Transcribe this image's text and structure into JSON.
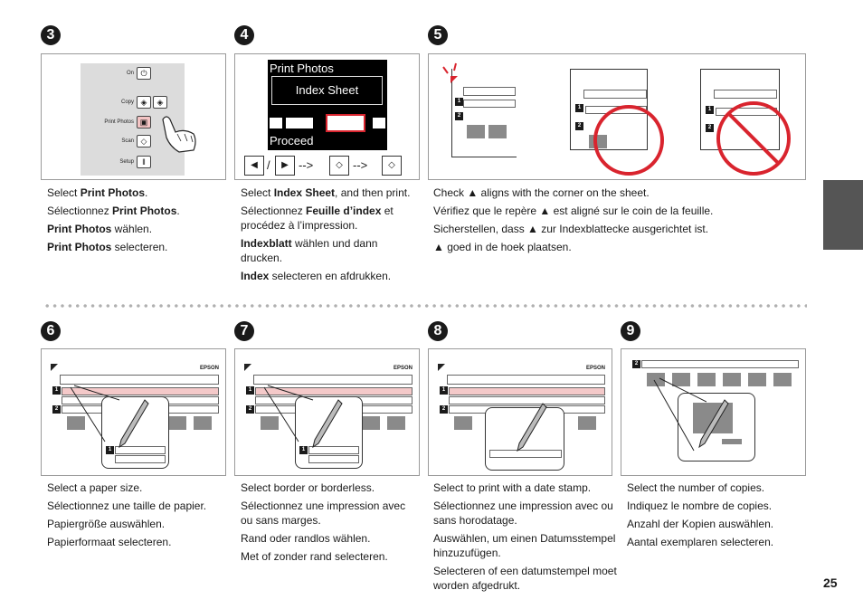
{
  "page_number": "25",
  "steps": {
    "s3": {
      "number": "3",
      "control_panel": [
        "On",
        "Copy",
        "Print Photos",
        "Scan",
        "Setup"
      ],
      "lines": [
        {
          "pre": "Select ",
          "bold": "Print Photos",
          "post": "."
        },
        {
          "pre": "Sélectionnez ",
          "bold": "Print Photos",
          "post": "."
        },
        {
          "pre": "",
          "bold": "Print Photos",
          "post": " wählen."
        },
        {
          "pre": "",
          "bold": "Print Photos",
          "post": " selecteren."
        }
      ]
    },
    "s4": {
      "number": "4",
      "lcd_title": "Print Photos",
      "lcd_option": "Index Sheet",
      "lcd_proceed": "Proceed",
      "nav_slash": "/",
      "nav_arrow": "-->",
      "lines": [
        {
          "pre": "Select ",
          "bold": "Index Sheet",
          "post": ", and then print."
        },
        {
          "pre": "Sélectionnez ",
          "bold": "Feuille d’index",
          "post": " et procédez à l’impression."
        },
        {
          "pre": "",
          "bold": "Indexblatt",
          "post": " wählen und dann drucken."
        },
        {
          "pre": "",
          "bold": "Index",
          "post": " selecteren en afdrukken."
        }
      ]
    },
    "s5": {
      "number": "5",
      "lines": [
        "Check ▲ aligns with the corner on the sheet.",
        "Vérifiez que le repère ▲ est aligné sur le coin de la feuille.",
        "Sicherstellen, dass ▲ zur Indexblattecke ausgerichtet ist.",
        "▲ goed in de hoek plaatsen."
      ]
    },
    "s6": {
      "number": "6",
      "brand": "EPSON",
      "lines": [
        "Select a paper size.",
        "Sélectionnez une taille de papier.",
        "Papiergröße auswählen.",
        "Papierformaat selecteren."
      ]
    },
    "s7": {
      "number": "7",
      "brand": "EPSON",
      "lines": [
        "Select border or borderless.",
        "Sélectionnez une impression avec ou sans marges.",
        "Rand oder randlos wählen.",
        "Met of zonder rand selecteren."
      ]
    },
    "s8": {
      "number": "8",
      "brand": "EPSON",
      "lines": [
        "Select to print with a date stamp.",
        "Sélectionnez une impression avec ou sans horodatage.",
        "Auswählen, um einen Datumsstempel hinzuzufügen.",
        "Selecteren of een datumstempel moet worden afgedrukt."
      ]
    },
    "s9": {
      "number": "9",
      "lines": [
        "Select the number of copies.",
        "Indiquez le nombre de copies.",
        "Anzahl der Kopien auswählen.",
        "Aantal exemplaren selecteren."
      ]
    }
  }
}
